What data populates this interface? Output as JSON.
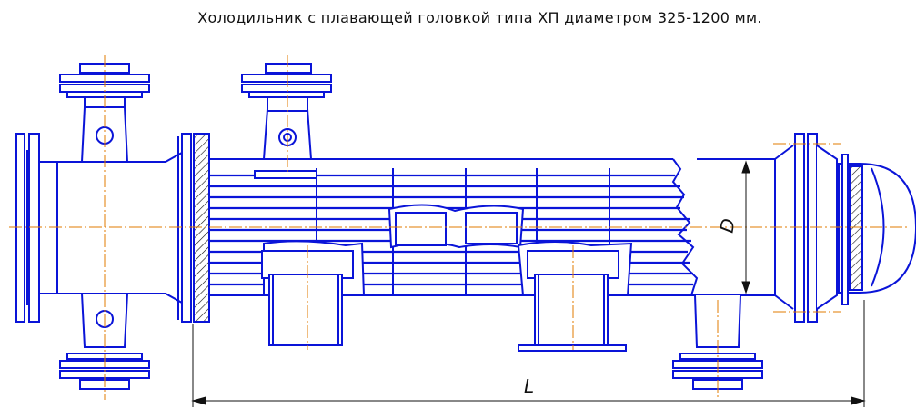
{
  "title": "Холодильник с плавающей головкой типа ХП диаметром 325-1200 мм.",
  "dimensions": {
    "diameter_label": "D",
    "length_label": "L"
  },
  "colors": {
    "outline": "#0a14d8",
    "hatch": "#111111",
    "centerline": "#e07b00",
    "dimension": "#111111",
    "background": "#ffffff"
  }
}
